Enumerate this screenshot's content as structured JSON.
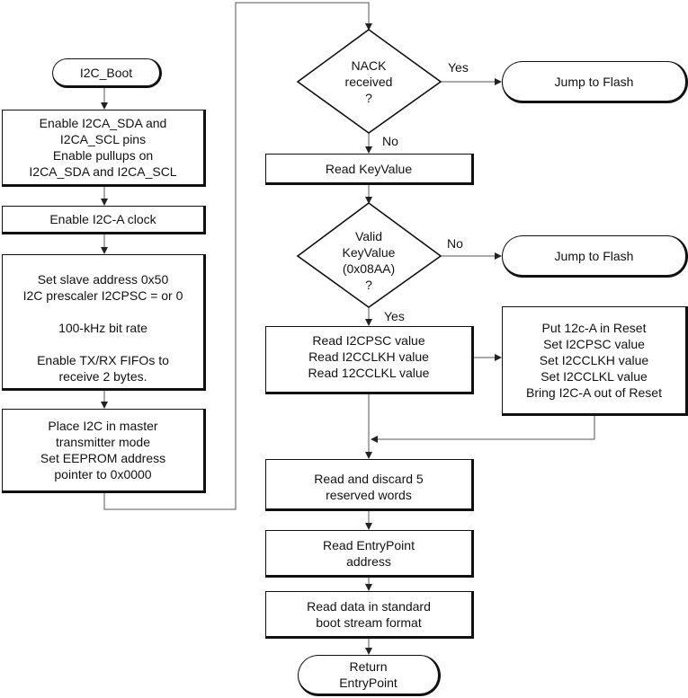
{
  "nodes": {
    "i2c_boot": "I2C_Boot",
    "enable_pins": "Enable I2CA_SDA and\nI2CA_SCL pins\nEnable pullups on\nI2CA_SDA and I2CA_SCL",
    "enable_clock": "Enable I2C-A clock",
    "set_slave": "Set slave address 0x50\nI2C prescaler I2CPSC = or 0\n\n100-kHz bit rate\n\nEnable TX/RX FIFOs to\nreceive 2 bytes.",
    "master_mode": "Place I2C in master\ntransmitter mode\nSet EEPROM address\npointer to 0x0000",
    "nack": "NACK\nreceived\n?",
    "jump_flash_1": "Jump to Flash",
    "read_key": "Read KeyValue",
    "valid_key": "Valid\nKeyValue\n(0x08AA)\n?",
    "jump_flash_2": "Jump to Flash",
    "read_psc": "Read I2CPSC value\nRead I2CCLKH value\nRead 12CCLKL value",
    "put_reset": "Put 12c-A in Reset\nSet I2CPSC value\nSet I2CCLKH value\nSet I2CCLKL value\nBring I2C-A out of Reset",
    "read_discard": "Read and discard 5\nreserved words",
    "read_entry": "Read EntryPoint\naddress",
    "read_data": "Read data in standard\nboot stream format",
    "return_entry": "Return\nEntryPoint"
  },
  "labels": {
    "nack_yes": "Yes",
    "nack_no": "No",
    "valid_no": "No",
    "valid_yes": "Yes"
  }
}
